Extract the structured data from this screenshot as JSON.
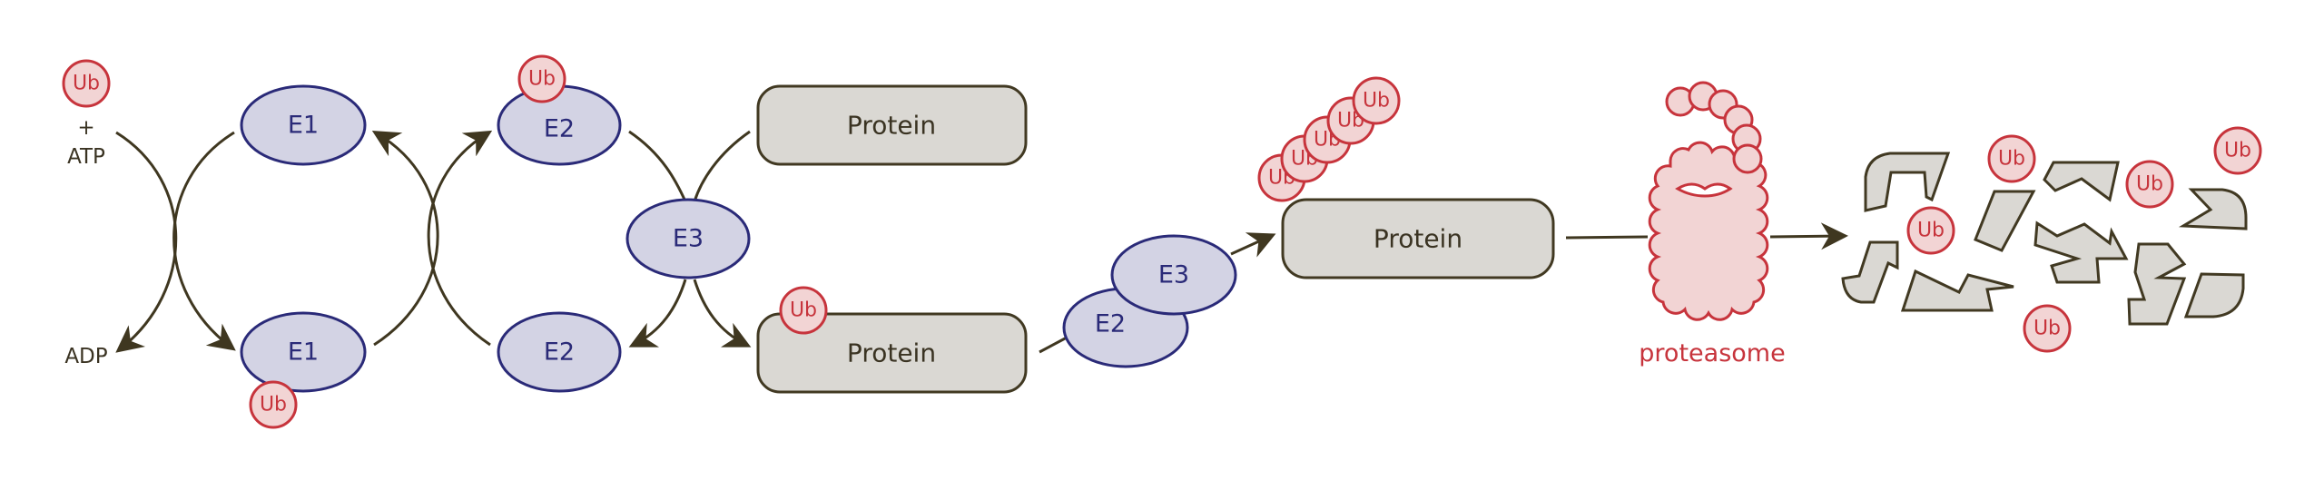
{
  "diagram": {
    "title": "Ubiquitin-proteasome pathway",
    "colors": {
      "enzyme_fill": "#d3d3e4",
      "enzyme_stroke": "#2a2a78",
      "ubiquitin_fill": "#f2d4d4",
      "ubiquitin_stroke": "#c7343c",
      "protein_fill": "#dad8d3",
      "protein_stroke": "#413922",
      "arrow": "#3f3720"
    },
    "inputs": {
      "ubiquitin": "Ub",
      "plus": "+",
      "atp": "ATP",
      "adp": "ADP"
    },
    "enzymes": {
      "e1_free": "E1",
      "e1_loaded": "E1",
      "e2_loaded": "E2",
      "e2_free": "E2",
      "e3": "E3",
      "e2_complex": "E2",
      "e3_complex": "E3"
    },
    "ubiquitin_label": "Ub",
    "proteins": {
      "substrate": "Protein",
      "mono_ubiquitinated": "Protein",
      "poly_ubiquitinated": "Protein"
    },
    "poly_ub_chain_length": 5,
    "proteasome_label": "proteasome",
    "released_ubiquitin_count": 5,
    "peptide_fragment_count": 9
  }
}
